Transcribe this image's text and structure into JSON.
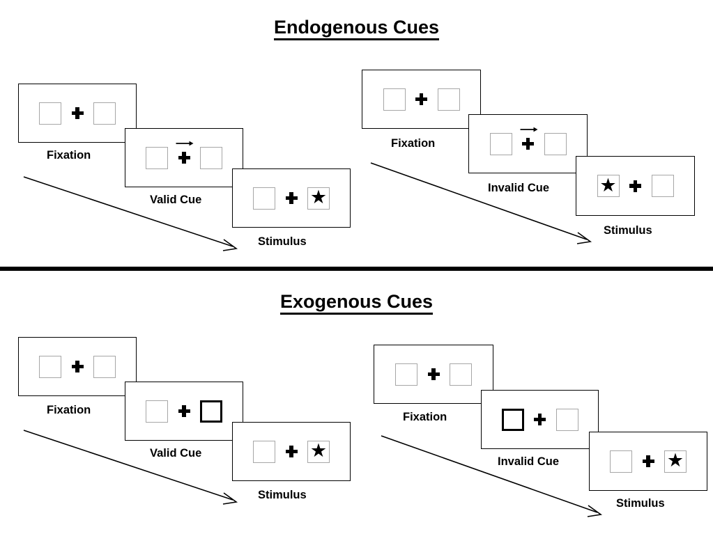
{
  "document": {
    "kind": "psychology-experiment-diagram",
    "sections": [
      {
        "id": "endogenous",
        "title": "Endogenous Cues",
        "conditions": [
          {
            "id": "endogenous-valid",
            "cue_type": "central-arrow",
            "frames": [
              {
                "label": "Fixation",
                "left_box": "empty",
                "right_box": "empty",
                "cue": "none",
                "arrow": "none"
              },
              {
                "label": "Valid Cue",
                "left_box": "empty",
                "right_box": "empty",
                "cue": "arrow-right",
                "arrow": "right"
              },
              {
                "label": "Stimulus",
                "left_box": "empty",
                "right_box": "star",
                "cue": "none",
                "arrow": "none"
              }
            ]
          },
          {
            "id": "endogenous-invalid",
            "cue_type": "central-arrow",
            "frames": [
              {
                "label": "Fixation",
                "left_box": "empty",
                "right_box": "empty",
                "cue": "none",
                "arrow": "none"
              },
              {
                "label": "Invalid Cue",
                "left_box": "empty",
                "right_box": "empty",
                "cue": "arrow-right",
                "arrow": "right"
              },
              {
                "label": "Stimulus",
                "left_box": "star",
                "right_box": "empty",
                "cue": "none",
                "arrow": "none"
              }
            ]
          }
        ]
      },
      {
        "id": "exogenous",
        "title": "Exogenous Cues",
        "conditions": [
          {
            "id": "exogenous-valid",
            "cue_type": "peripheral-box-highlight",
            "frames": [
              {
                "label": "Fixation",
                "left_box": "empty",
                "right_box": "empty",
                "cue": "none",
                "arrow": "none"
              },
              {
                "label": "Valid Cue",
                "left_box": "empty",
                "right_box": "cued",
                "cue": "right",
                "arrow": "none"
              },
              {
                "label": "Stimulus",
                "left_box": "empty",
                "right_box": "star",
                "cue": "none",
                "arrow": "none"
              }
            ]
          },
          {
            "id": "exogenous-invalid",
            "cue_type": "peripheral-box-highlight",
            "frames": [
              {
                "label": "Fixation",
                "left_box": "empty",
                "right_box": "empty",
                "cue": "none",
                "arrow": "none"
              },
              {
                "label": "Invalid Cue",
                "left_box": "cued",
                "right_box": "empty",
                "cue": "left",
                "arrow": "none"
              },
              {
                "label": "Stimulus",
                "left_box": "empty",
                "right_box": "star",
                "cue": "none",
                "arrow": "none"
              }
            ]
          }
        ]
      }
    ],
    "glyphs": {
      "star": "★",
      "fixation_cross": "plus-icon",
      "cue_arrow": "arrow-right-icon",
      "time_arrow": "diagonal-time-arrow-icon"
    },
    "colors": {
      "ink": "#000000",
      "box_outline": "#a6a6a6",
      "panel_outline": "#000000",
      "background": "#ffffff"
    },
    "time_arrow_tooltip": "time"
  }
}
